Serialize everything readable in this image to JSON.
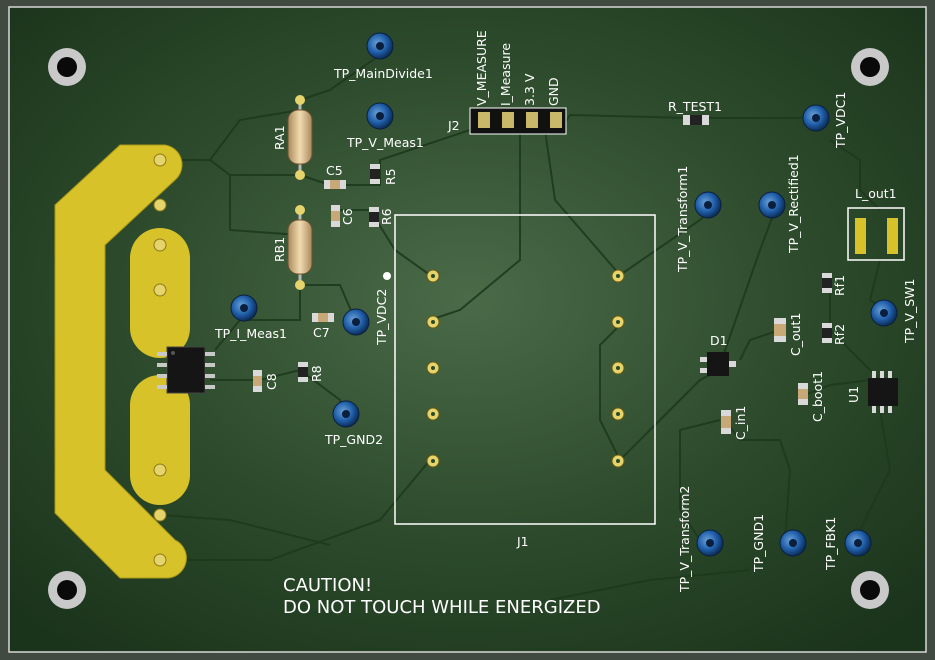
{
  "board": {
    "caution_line1": "CAUTION!",
    "caution_line2": "DO NOT TOUCH WHILE ENERGIZED"
  },
  "labels": {
    "tp_main_divide1": "TP_MainDivide1",
    "tp_v_meas1": "TP_V_Meas1",
    "j2": "J2",
    "j2_pin1": "V_MEASURE",
    "j2_pin2": "I_Measure",
    "j2_pin3": "3.3 V",
    "j2_pin4": "GND",
    "r_test1": "R_TEST1",
    "tp_vdc1": "TP_VDC1",
    "ra1": "RA1",
    "rb1": "RB1",
    "c5": "C5",
    "c6": "C6",
    "r5": "R5",
    "r6": "R6",
    "c7": "C7",
    "c8": "C8",
    "r8": "R8",
    "tp_vdc2": "TP_VDC2",
    "tp_i_meas1": "TP_I_Meas1",
    "tp_gnd2": "TP_GND2",
    "j1": "J1",
    "tp_v_transform1": "TP_V_Transform1",
    "tp_v_rectified1": "TP_V_Rectified1",
    "l_out1": "L_out1",
    "rf1": "Rf1",
    "rf2": "Rf2",
    "tp_v_sw1": "TP_V_SW1",
    "c_out1": "C_out1",
    "d1": "D1",
    "c_boot1": "C_boot1",
    "u1": "U1",
    "c_in1": "C_in1",
    "tp_v_transform2": "TP_V_Transform2",
    "tp_gnd1": "TP_GND1",
    "tp_fbk1": "TP_FBK1"
  }
}
